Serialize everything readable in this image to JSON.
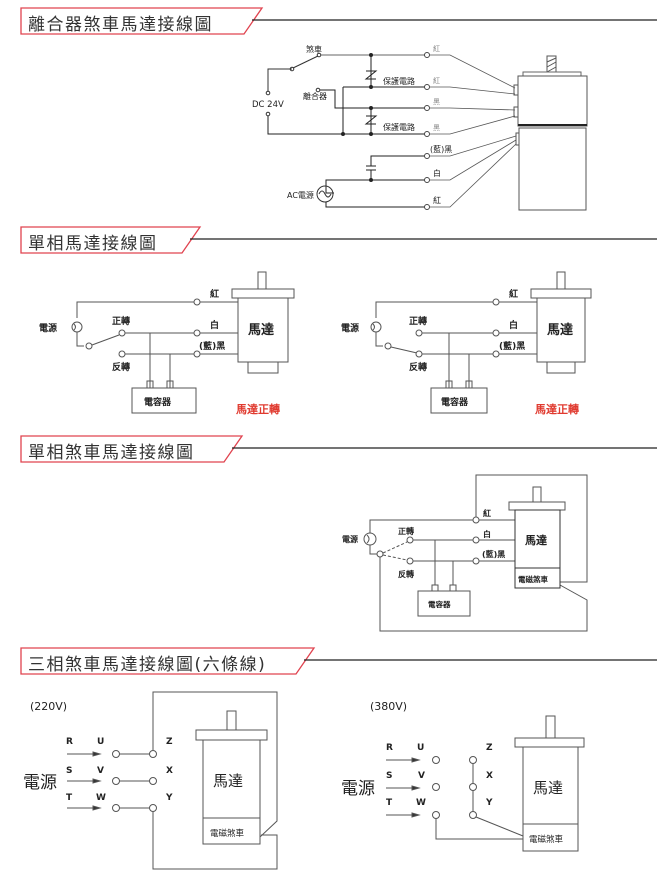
{
  "colors": {
    "accent": "#e0434f",
    "line": "#222222",
    "wire": "#555555",
    "red_label": "#e03a2f"
  },
  "sections": [
    {
      "title": "離合器煞車馬達接線圖",
      "labels": {
        "brake": "煞車",
        "clutch": "離合器",
        "dc": "DC 24V",
        "protect1": "保護電路",
        "protect2": "保護電路",
        "ac": "AC電源",
        "wires": [
          "紅",
          "紅",
          "黑",
          "黑",
          "(藍)黑",
          "白",
          "紅"
        ]
      }
    },
    {
      "title": "單相馬達接線圖",
      "diagrams": [
        {
          "power": "電源",
          "forward": "正轉",
          "reverse": "反轉",
          "wires": [
            "紅",
            "白",
            "(藍)黑"
          ],
          "motor": "馬達",
          "capacitor": "電容器",
          "caption": "馬達正轉"
        },
        {
          "power": "電源",
          "forward": "正轉",
          "reverse": "反轉",
          "wires": [
            "紅",
            "白",
            "(藍)黑"
          ],
          "motor": "馬達",
          "capacitor": "電容器",
          "caption": "馬達正轉"
        }
      ]
    },
    {
      "title": "單相煞車馬達接線圖",
      "labels": {
        "power": "電源",
        "forward": "正轉",
        "reverse": "反轉",
        "wires": [
          "紅",
          "白",
          "(藍)黑"
        ],
        "motor": "馬達",
        "brake": "電磁煞車",
        "capacitor": "電容器"
      }
    },
    {
      "title": "三相煞車馬達接線圖(六條線)",
      "diagrams": [
        {
          "voltage": "(220V)",
          "power": "電源",
          "inputs": [
            "R",
            "S",
            "T"
          ],
          "terminals_left": [
            "U",
            "V",
            "W"
          ],
          "terminals_right": [
            "Z",
            "X",
            "Y"
          ],
          "motor": "馬達",
          "brake": "電磁煞車"
        },
        {
          "voltage": "(380V)",
          "power": "電源",
          "inputs": [
            "R",
            "S",
            "T"
          ],
          "terminals_left": [
            "U",
            "V",
            "W"
          ],
          "terminals_right": [
            "Z",
            "X",
            "Y"
          ],
          "motor": "馬達",
          "brake": "電磁煞車"
        }
      ]
    }
  ]
}
